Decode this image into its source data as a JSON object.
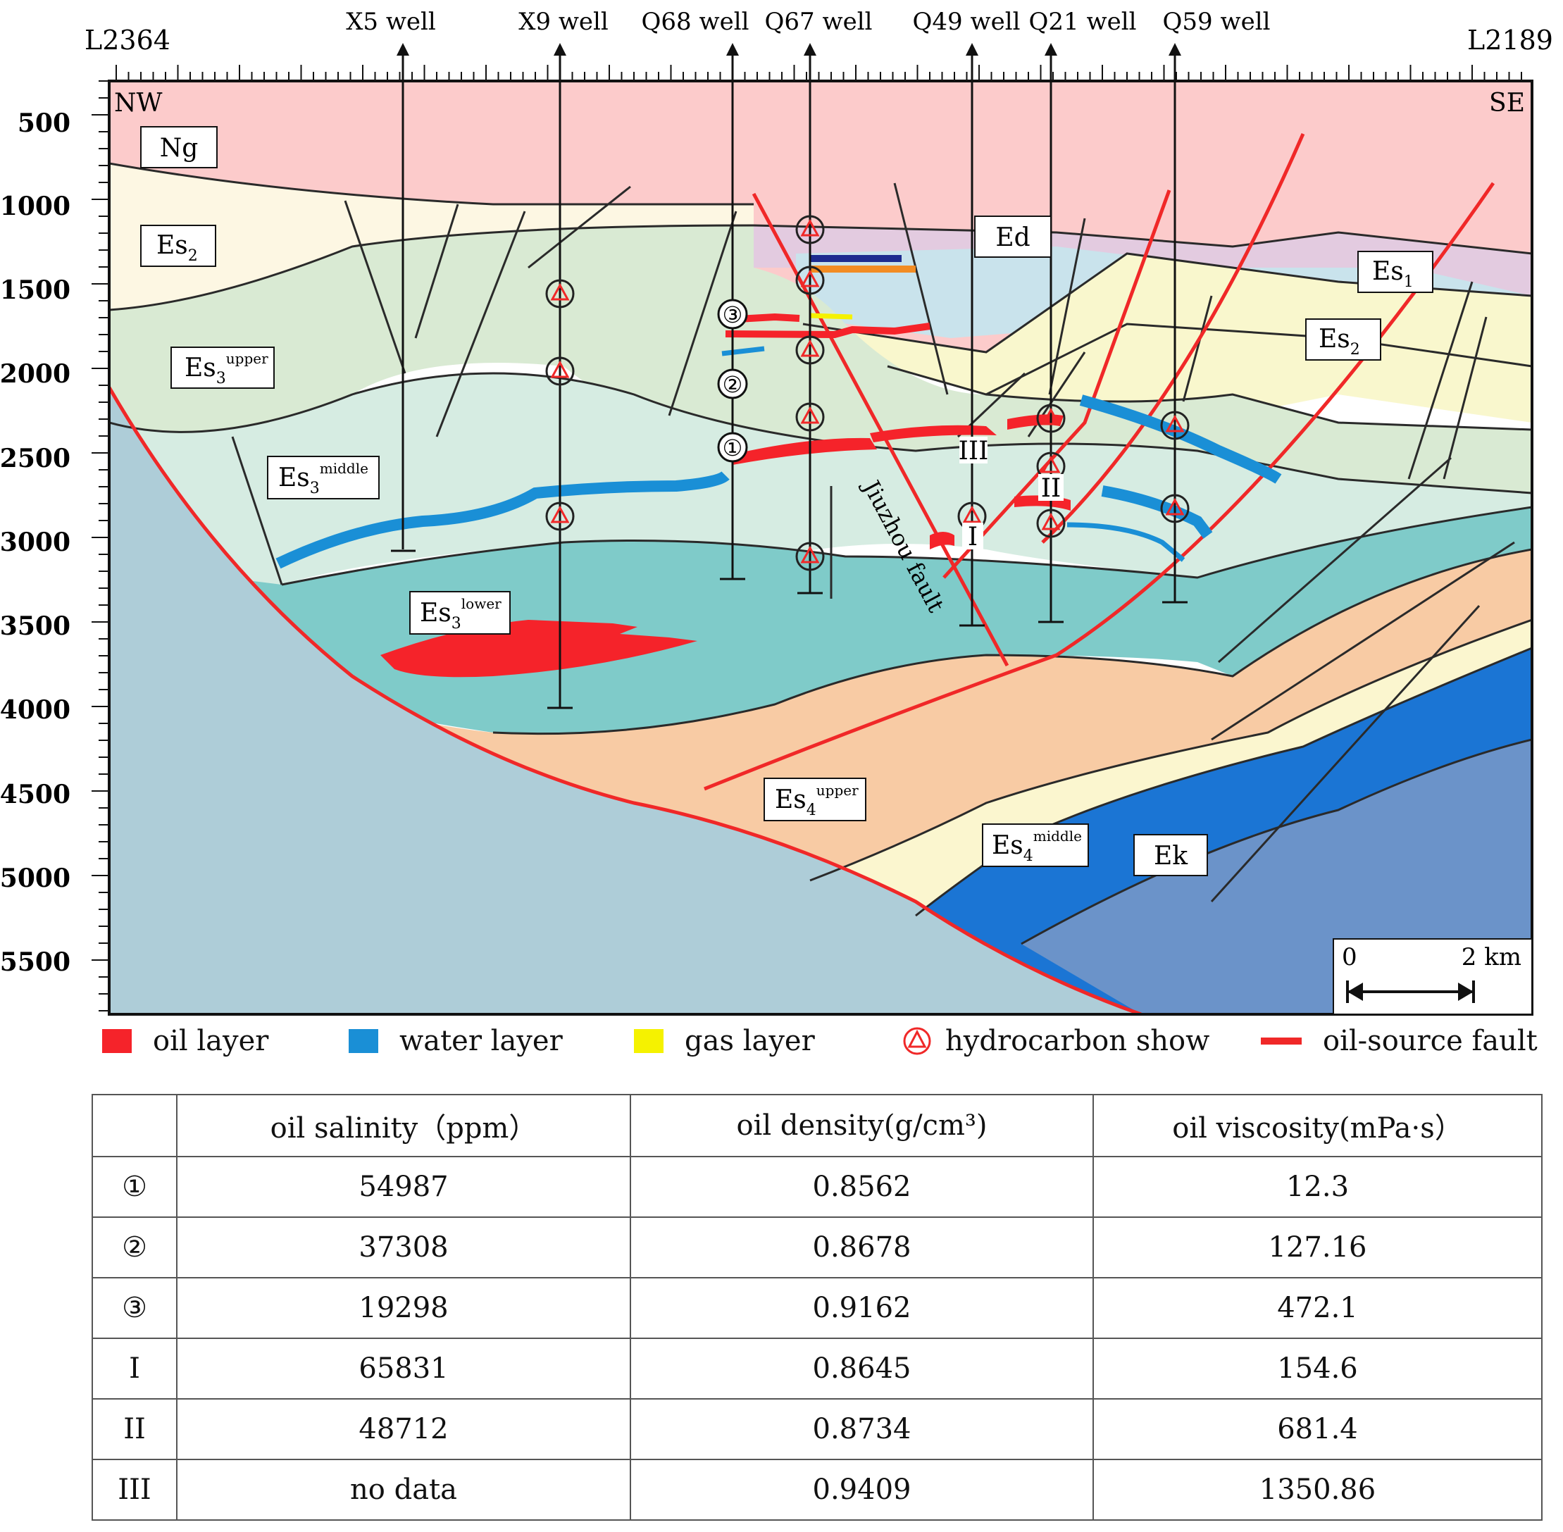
{
  "section": {
    "left_profile": "L2364",
    "right_profile": "L2189",
    "left_direction": "NW",
    "right_direction": "SE",
    "depth_ticks": [
      "500",
      "1000",
      "1500",
      "2000",
      "2500",
      "3000",
      "3500",
      "4000",
      "4500",
      "5000",
      "5500"
    ],
    "wells": [
      "X5 well",
      "X9  well",
      "Q68  well",
      "Q67  well",
      "Q49  well",
      "Q21  well",
      "Q59  well"
    ],
    "fault_label": "Jiuzhou fault",
    "scale": {
      "start": "0",
      "end": "2 km"
    },
    "formations": {
      "ng": {
        "base": "Ng",
        "sub": "",
        "sup": ""
      },
      "ed": {
        "base": "Ed",
        "sub": "",
        "sup": ""
      },
      "es1": {
        "base": "Es",
        "sub": "1",
        "sup": ""
      },
      "es2_left": {
        "base": "Es",
        "sub": "2",
        "sup": ""
      },
      "es2_right": {
        "base": "Es",
        "sub": "2",
        "sup": ""
      },
      "es3_upper": {
        "base": "Es",
        "sub": "3",
        "sup": "upper"
      },
      "es3_middle": {
        "base": "Es",
        "sub": "3",
        "sup": "middle"
      },
      "es3_lower": {
        "base": "Es",
        "sub": "3",
        "sup": "lower"
      },
      "es4_upper": {
        "base": "Es",
        "sub": "4",
        "sup": "upper"
      },
      "es4_middle": {
        "base": "Es",
        "sub": "4",
        "sup": "middle"
      },
      "ek": {
        "base": "Ek",
        "sub": "",
        "sup": ""
      }
    },
    "markers": {
      "circled_1": "①",
      "circled_2": "②",
      "circled_3": "③",
      "roman_1": "I",
      "roman_2": "II",
      "roman_3": "III"
    },
    "colors": {
      "ng": "#fccbcb",
      "es2": "#fdf7e3",
      "es3_upper": "#d9ead3",
      "es3_middle": "#d6ece2",
      "es3_lower": "#7fcbc9",
      "es4_upper": "#f8cba4",
      "es4_middle": "#fbf6cf",
      "ek_light": "#1b75d4",
      "ek_dark": "#6b93c9",
      "basement": "#aecdd8",
      "ed": "#e3cbe0",
      "es1": "#c9e3ec",
      "es2_right": "#f9f7cd",
      "oil": "#f5232a",
      "water": "#1a8fd6",
      "gas": "#f5f200",
      "fault": "#f02828"
    }
  },
  "legend": {
    "oil": "oil layer",
    "water": "water layer",
    "gas": "gas layer",
    "show": "hydrocarbon show",
    "fault": "oil-source fault"
  },
  "table": {
    "headers": [
      "",
      "oil salinity（ppm）",
      "oil density(g/cm³)",
      "oil viscosity(mPa·s）"
    ],
    "rows": [
      [
        "①",
        "54987",
        "0.8562",
        "12.3"
      ],
      [
        "②",
        "37308",
        "0.8678",
        "127.16"
      ],
      [
        "③",
        "19298",
        "0.9162",
        "472.1"
      ],
      [
        "I",
        "65831",
        "0.8645",
        "154.6"
      ],
      [
        "II",
        "48712",
        "0.8734",
        "681.4"
      ],
      [
        "III",
        "no data",
        "0.9409",
        "1350.86"
      ]
    ]
  }
}
